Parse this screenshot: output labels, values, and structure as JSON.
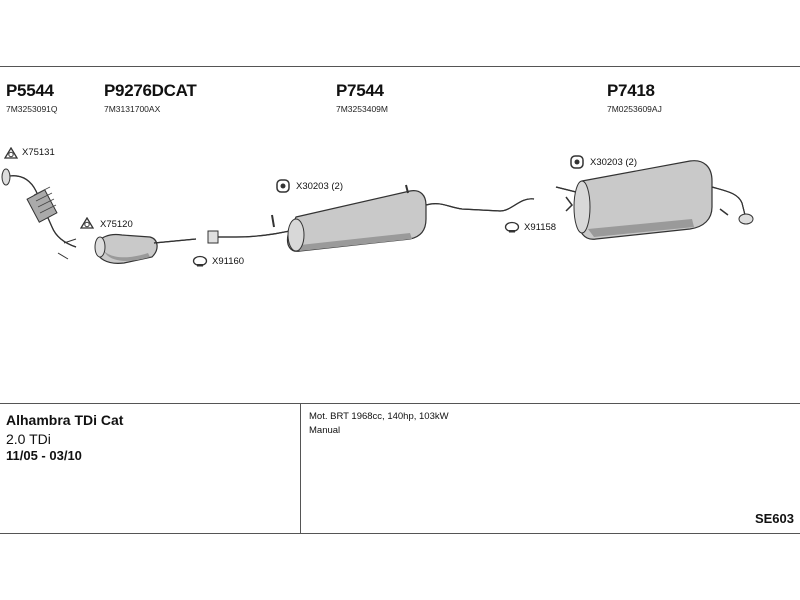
{
  "parts": [
    {
      "number": "P5544",
      "oem": "7M3253091Q"
    },
    {
      "number": "P9276DCAT",
      "oem": "7M3131700AX"
    },
    {
      "number": "P7544",
      "oem": "7M3253409M"
    },
    {
      "number": "P7418",
      "oem": "7M0253609AJ"
    }
  ],
  "accessories": [
    {
      "code": "X75131",
      "icon": "gasket-ring-icon"
    },
    {
      "code": "X75120",
      "icon": "gasket-ring-icon"
    },
    {
      "code": "X91160",
      "icon": "pipe-clamp-icon"
    },
    {
      "code": "X30203 (2)",
      "icon": "rubber-hanger-icon"
    },
    {
      "code": "X91158",
      "icon": "pipe-clamp-icon"
    },
    {
      "code": "X30203 (2)",
      "icon": "rubber-hanger-icon"
    }
  ],
  "vehicle": {
    "model": "Alhambra TDi Cat",
    "engine": "2.0 TDi",
    "years": "11/05 - 03/10"
  },
  "specs": {
    "motor": "Mot. BRT 1968cc, 140hp, 103kW",
    "gearbox": "Manual"
  },
  "diagram_code": "SE603"
}
